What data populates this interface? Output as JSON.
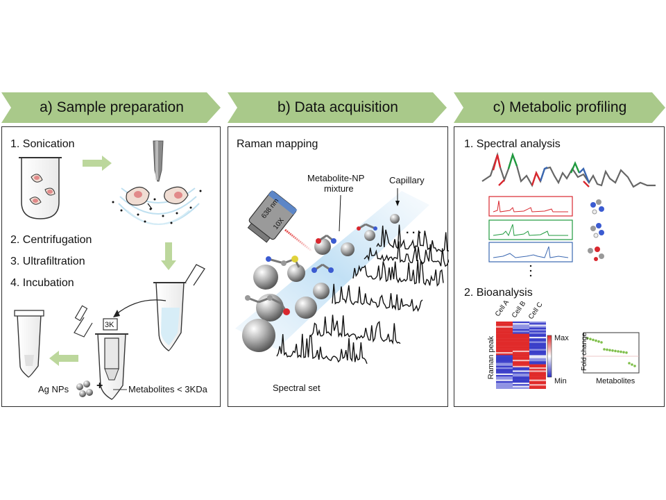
{
  "banners": {
    "a": "a) Sample preparation",
    "b": "b) Data acquisition",
    "c": "c) Metabolic profiling"
  },
  "panel_a": {
    "step1": "1. Sonication",
    "step2": "2. Centrifugation",
    "step3": "3. Ultrafiltration",
    "step4": "4. Incubation",
    "filter_label": "3K",
    "np_label": "Ag NPs",
    "plus": "+",
    "metabolites_label": "Metabolites < 3KDa"
  },
  "panel_b": {
    "title": "Raman mapping",
    "mixture_label_1": "Metabolite-NP",
    "mixture_label_2": "mixture",
    "capillary_label": "Capillary",
    "laser_label": "638 nm",
    "objective_label": "10X",
    "dots": ". . .",
    "spectral_set": "Spectral set"
  },
  "panel_c": {
    "step1": "1. Spectral analysis",
    "step2": "2. Bioanalysis",
    "cells": [
      "Cell A",
      "Cell B",
      "Cell C"
    ],
    "heatmap_ylabel": "Raman peak",
    "scale_max": "Max",
    "scale_min": "Min",
    "fold_ylabel": "Fold change",
    "fold_xlabel": "Metabolites"
  },
  "colors": {
    "banner": "#a9c98a",
    "spec_red": "#d9272e",
    "spec_green": "#1f9a3e",
    "spec_blue": "#3a67b1",
    "heat_red": "#e02a2a",
    "heat_blue": "#2b2fc4"
  }
}
